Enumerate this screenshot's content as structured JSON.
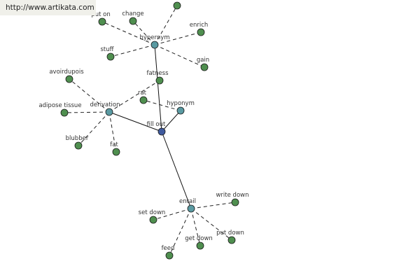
{
  "site": {
    "url": "http://www.artikata.com"
  },
  "colors": {
    "leaf": "#4f8f4f",
    "relation": "#5a9aa2",
    "center": "#3f5a9e"
  },
  "nodes": {
    "fill_out": {
      "label": "fill out",
      "kind": "center"
    },
    "hypernym": {
      "label": "hypernym",
      "kind": "relation"
    },
    "hyponym": {
      "label": "hyponym",
      "kind": "relation"
    },
    "derivation": {
      "label": "derivation",
      "kind": "relation"
    },
    "entail": {
      "label": "entail",
      "kind": "relation"
    },
    "put_on": {
      "label": "put on",
      "kind": "leaf"
    },
    "change": {
      "label": "change",
      "kind": "leaf"
    },
    "top_leaf": {
      "label": "",
      "kind": "leaf"
    },
    "enrich": {
      "label": "enrich",
      "kind": "leaf"
    },
    "stuff": {
      "label": "stuff",
      "kind": "leaf"
    },
    "gain": {
      "label": "gain",
      "kind": "leaf"
    },
    "fatness": {
      "label": "fatness",
      "kind": "leaf"
    },
    "avoirdupois": {
      "label": "avoirdupois",
      "kind": "leaf"
    },
    "rat": {
      "label": "rat",
      "kind": "leaf"
    },
    "adipose_tissue": {
      "label": "adipose tissue",
      "kind": "leaf"
    },
    "blubber": {
      "label": "blubber",
      "kind": "leaf"
    },
    "fat": {
      "label": "fat",
      "kind": "leaf"
    },
    "write_down": {
      "label": "write down",
      "kind": "leaf"
    },
    "set_down": {
      "label": "set down",
      "kind": "leaf"
    },
    "put_down": {
      "label": "put down",
      "kind": "leaf"
    },
    "get_down": {
      "label": "get down",
      "kind": "leaf"
    },
    "feed": {
      "label": "feed",
      "kind": "leaf"
    }
  }
}
